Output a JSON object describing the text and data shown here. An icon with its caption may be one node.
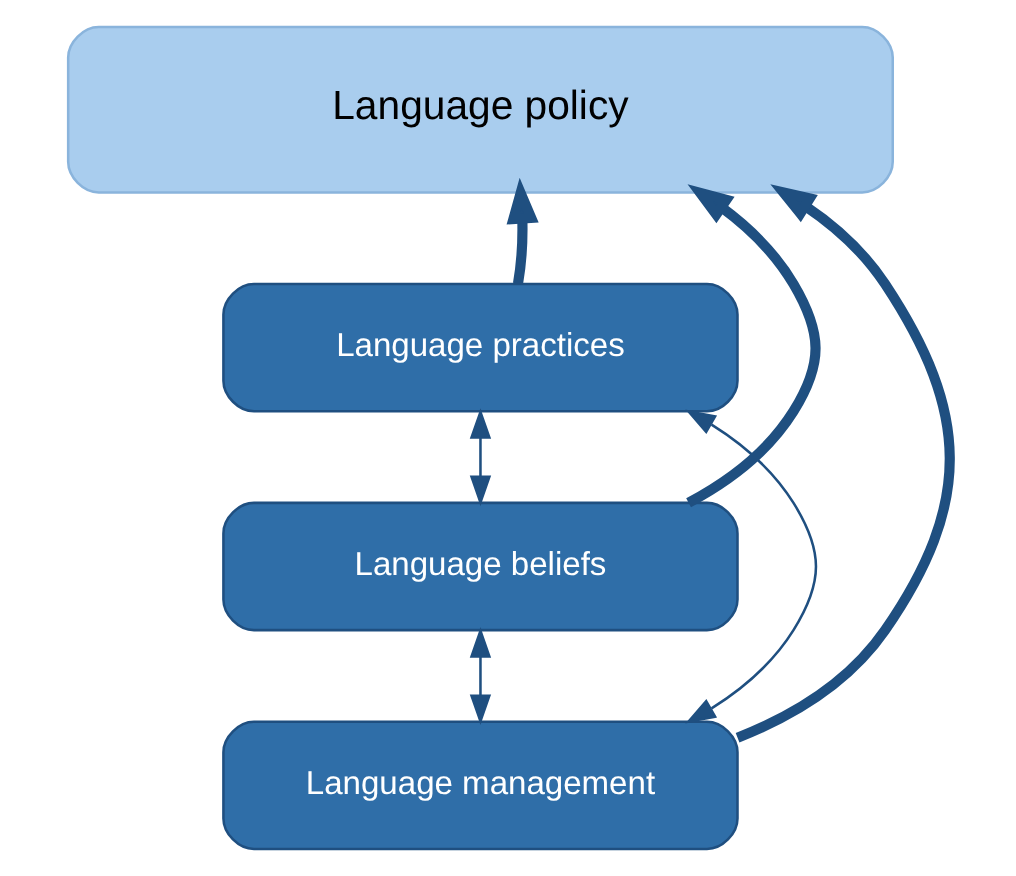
{
  "diagram": {
    "nodes": [
      {
        "text": [
          "Language policy"
        ]
      },
      {
        "text": [
          "Language practices"
        ]
      },
      {
        "text": [
          "Language beliefs"
        ]
      },
      {
        "text": [
          "Language management"
        ]
      }
    ],
    "edges": [
      {
        "from": 1,
        "to": 0,
        "arrow": "to",
        "style": "thick"
      },
      {
        "from": 2,
        "to": 0,
        "arrow": "to",
        "style": "thick"
      },
      {
        "from": 3,
        "to": 0,
        "arrow": "to",
        "style": "thick"
      },
      {
        "from": 1,
        "to": 2,
        "arrow": "both"
      },
      {
        "from": 2,
        "to": 3,
        "arrow": "both"
      },
      {
        "from": 1,
        "to": 3,
        "arrow": "both"
      }
    ]
  }
}
